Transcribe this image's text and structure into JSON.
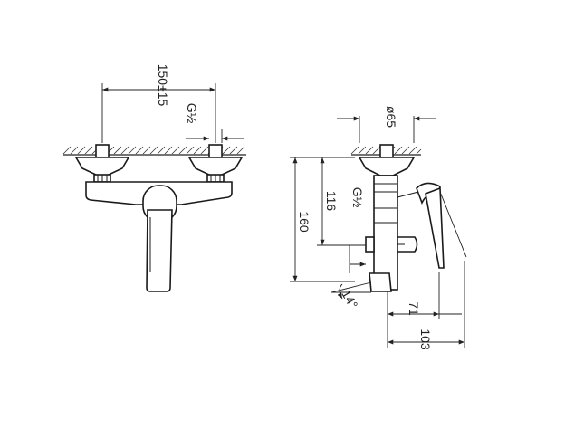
{
  "diagram": {
    "front_view": {
      "dimensions": {
        "width_label": "150±15",
        "thread_label": "G½"
      }
    },
    "side_view": {
      "dimensions": {
        "diameter_label": "ø65",
        "height_total_label": "160",
        "height_outlet_label": "116",
        "thread_label": "G½",
        "angle_label": "14°",
        "depth_outlet_label": "71",
        "depth_total_label": "103"
      }
    }
  }
}
